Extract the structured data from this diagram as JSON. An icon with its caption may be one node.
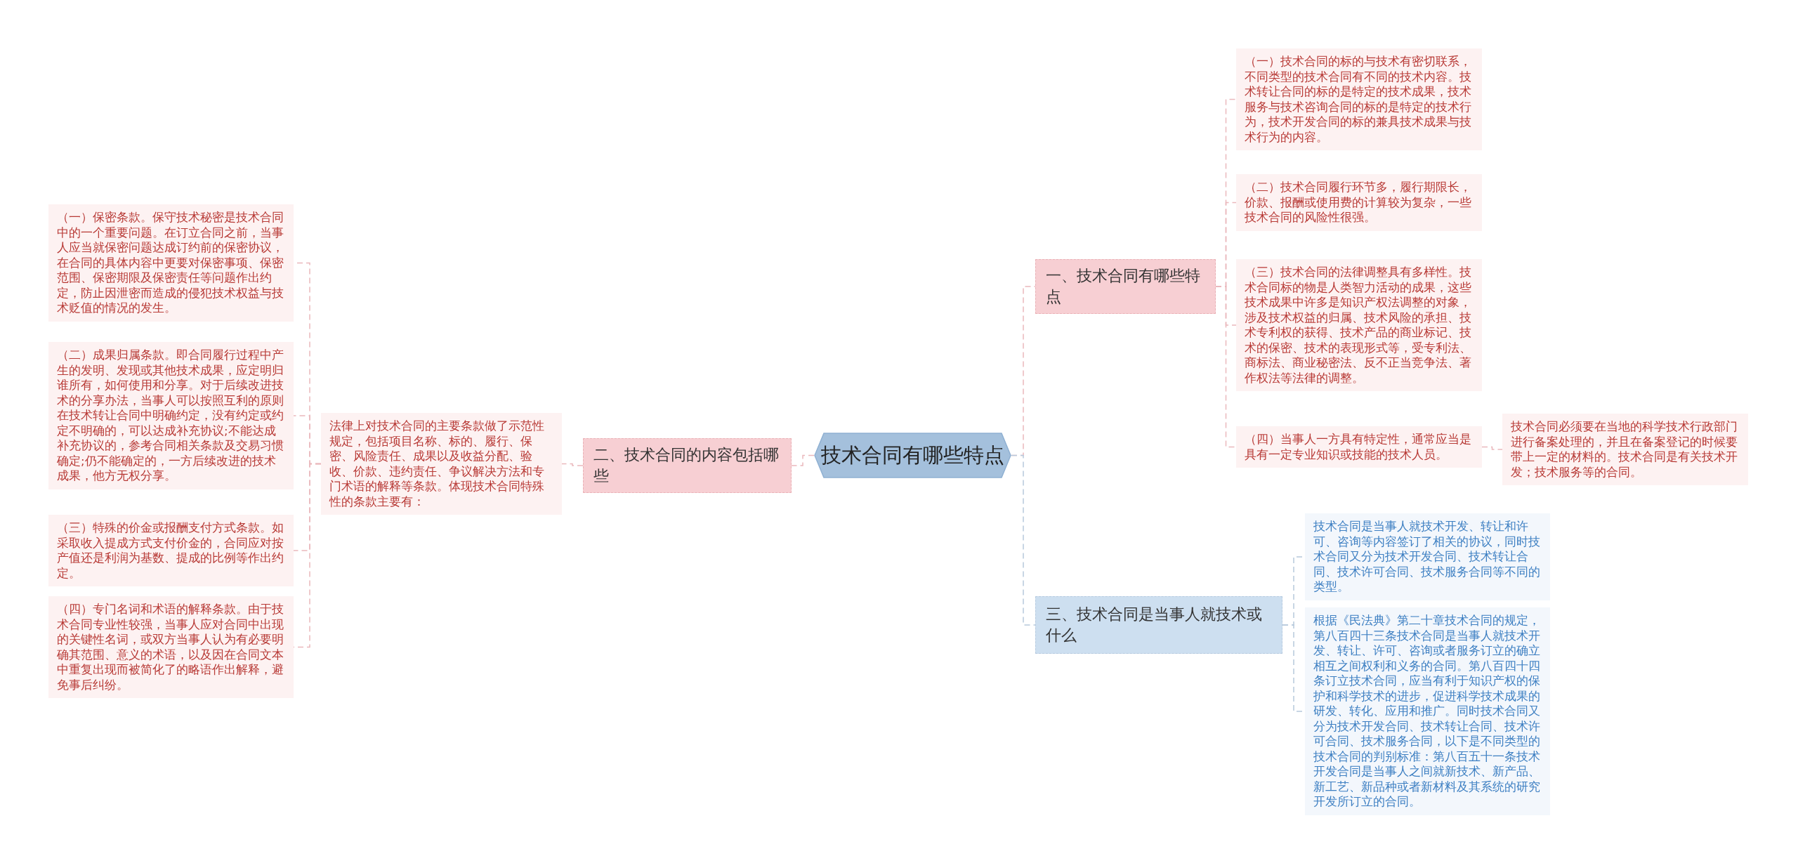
{
  "diagram": {
    "nodes": [
      {
        "text": [
          "技术合同有哪些特点"
        ]
      },
      {
        "text": [
          "一、技术合同有哪些特点"
        ]
      },
      {
        "text": [
          "（一）技术合同的标的与技术有密切联系，不同类型的技术合同有不同的技术内容。技术转让合同的标的是特定的技术成果，技术服务与技术咨询合同的标的是特定的技术行为，技术开发合同的标的兼具技术成果与技术行为的内容。"
        ]
      },
      {
        "text": [
          "（二）技术合同履行环节多，履行期限长，价款、报酬或使用费的计算较为复杂，一些技术合同的风险性很强。"
        ]
      },
      {
        "text": [
          "（三）技术合同的法律调整具有多样性。技术合同标的物是人类智力活动的成果，这些技术成果中许多是知识产权法调整的对象，涉及技术权益的归属、技术风险的承担、技术专利权的获得、技术产品的商业标记、技术的保密、技术的表现形式等，受专利法、商标法、商业秘密法、反不正当竞争法、著作权法等法律的调整。"
        ]
      },
      {
        "text": [
          "（四）当事人一方具有特定性，通常应当是具有一定专业知识或技能的技术人员。"
        ]
      },
      {
        "text": [
          "技术合同必须要在当地的科学技术行政部门进行备案处理的，并且在备案登记的时候要带上一定的材料的。技术合同是有关技术开发；技术服务等的合同。"
        ]
      },
      {
        "text": [
          "二、技术合同的内容包括哪些"
        ]
      },
      {
        "text": [
          "法律上对技术合同的主要条款做了示范性规定，包括项目名称、标的、履行、保密、风险责任、成果以及收益分配、验收、价款、违约责任、争议解决方法和专门术语的解释等条款。体现技术合同特殊性的条款主要有："
        ]
      },
      {
        "text": [
          "（一）保密条款。保守技术秘密是技术合同中的一个重要问题。在订立合同之前，当事人应当就保密问题达成订约前的保密协议，在合同的具体内容中更要对保密事项、保密范围、保密期限及保密责任等问题作出约定，防止因泄密而造成的侵犯技术权益与技术贬值的情况的发生。"
        ]
      },
      {
        "text": [
          "（二）成果归属条款。即合同履行过程中产生的发明、发现或其他技术成果，应定明归谁所有，如何使用和分享。对于后续改进技术的分享办法，当事人可以按照互利的原则在技术转让合同中明确约定，没有约定或约定不明确的，可以达成补充协议;不能达成补充协议的，参考合同相关条款及交易习惯确定;仍不能确定的，一方后续改进的技术成果，他方无权分享。"
        ]
      },
      {
        "text": [
          "（三）特殊的价金或报酬支付方式条款。如采取收入提成方式支付价金的，合同应对按产值还是利润为基数、提成的比例等作出约定。"
        ]
      },
      {
        "text": [
          "（四）专门名词和术语的解释条款。由于技术合同专业性较强，当事人应对合同中出现的关键性名词，或双方当事人认为有必要明确其范围、意义的术语，以及因在合同文本中重复出现而被简化了的略语作出解释，避免事后纠纷。"
        ]
      },
      {
        "text": [
          "三、技术合同是当事人就技术或什么"
        ]
      },
      {
        "text": [
          "技术合同是当事人就技术开发、转让和许可、咨询等内容签订了相关的协议，同时技术合同又分为技术开发合同、技术转让合同、技术许可合同、技术服务合同等不同的类型。"
        ]
      },
      {
        "text": [
          "根据《民法典》第二十章技术合同的规定，第八百四十三条技术合同是当事人就技术开发、转让、许可、咨询或者服务订立的确立相互之间权利和义务的合同。第八百四十四条订立技术合同，应当有利于知识产权的保护和科学技术的进步，促进科学技术成果的研发、转化、应用和推广。同时技术合同又分为技术开发合同、技术转让合同、技术许可合同、技术服务合同，以下是不同类型的技术合同的判别标准：第八百五十一条技术开发合同是当事人之间就新技术、新产品、新工艺、新品种或者新材料及其系统的研究开发所订立的合同。"
        ]
      }
    ],
    "edges": [
      {
        "from": 0,
        "to": 1,
        "arrow": "none",
        "style": "dashed"
      },
      {
        "from": 1,
        "to": 2,
        "arrow": "none",
        "style": "dashed"
      },
      {
        "from": 1,
        "to": 3,
        "arrow": "none",
        "style": "dashed"
      },
      {
        "from": 1,
        "to": 4,
        "arrow": "none",
        "style": "dashed"
      },
      {
        "from": 1,
        "to": 5,
        "arrow": "none",
        "style": "dashed"
      },
      {
        "from": 5,
        "to": 6,
        "arrow": "none",
        "style": "dashed"
      },
      {
        "from": 0,
        "to": 7,
        "arrow": "none",
        "style": "dashed"
      },
      {
        "from": 7,
        "to": 8,
        "arrow": "none",
        "style": "dashed"
      },
      {
        "from": 8,
        "to": 9,
        "arrow": "none",
        "style": "dashed"
      },
      {
        "from": 8,
        "to": 10,
        "arrow": "none",
        "style": "dashed"
      },
      {
        "from": 8,
        "to": 11,
        "arrow": "none",
        "style": "dashed"
      },
      {
        "from": 8,
        "to": 12,
        "arrow": "none",
        "style": "dashed"
      },
      {
        "from": 0,
        "to": 13,
        "arrow": "none",
        "style": "dashed",
        "color": "#b7c9dc"
      },
      {
        "from": 13,
        "to": 14,
        "arrow": "none",
        "style": "dashed",
        "color": "#b7c9dc"
      },
      {
        "from": 13,
        "to": 15,
        "arrow": "none",
        "style": "dashed",
        "color": "#b7c9dc"
      }
    ]
  }
}
